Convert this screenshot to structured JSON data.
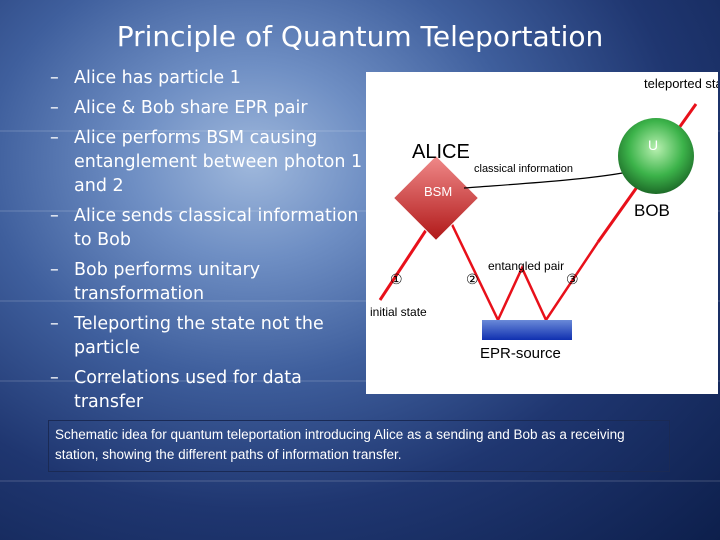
{
  "slide": {
    "title": "Principle of Quantum Teleportation",
    "bullets": [
      "Alice has particle 1",
      "Alice & Bob share EPR pair",
      "Alice performs BSM causing entanglement between photon 1 and 2",
      "Alice sends classical information to Bob",
      "Bob performs unitary transformation",
      "Teleporting the state not the particle",
      "Correlations used for data transfer"
    ],
    "bullet_marker": "–",
    "caption": "Schematic idea for quantum teleportation introducing Alice as a sending and Bob as a receiving station, showing the different paths of information transfer."
  },
  "figure": {
    "alice_label": "ALICE",
    "bsm_label": "BSM",
    "classical_info_label": "classical information",
    "bob_label": "BOB",
    "u_label": "U",
    "teleported_state_label": "teleported state",
    "entangled_pair_label": "entangled pair",
    "initial_state_label": "initial state",
    "epr_source_label": "EPR-source",
    "marker_1": "①",
    "marker_2": "②",
    "marker_3": "③",
    "colors": {
      "beam": "#e8101a",
      "alice_diamond": "#e0302a",
      "bob_sphere": "#3cb34a",
      "epr_source": "#1030b0"
    }
  }
}
